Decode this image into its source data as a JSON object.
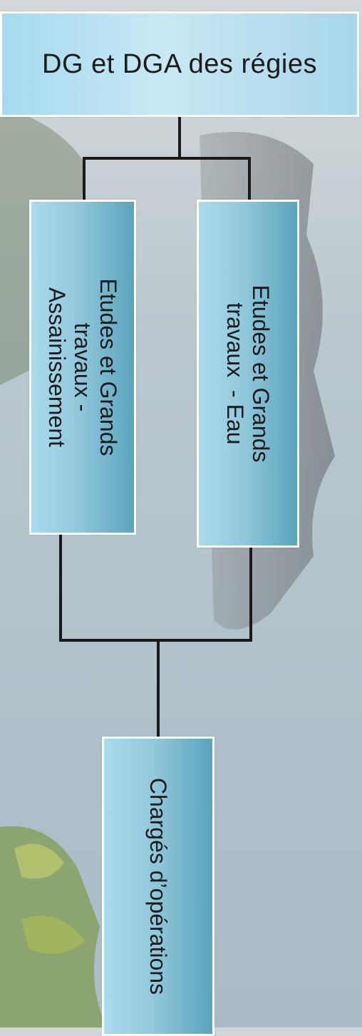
{
  "org_chart": {
    "top": {
      "label": "DG et DGA  des régies"
    },
    "branches": [
      {
        "label": "Etudes et Grands\ntravaux -\nAssainissement"
      },
      {
        "label": "Etudes et Grands\ntravaux  - Eau"
      }
    ],
    "bottom": {
      "label": "Chargés d’opérations"
    }
  },
  "colors": {
    "box_fill_light": "#aadbee",
    "box_fill_dark": "#5aa4bc",
    "box_border": "#ffffff",
    "connector": "#1a1a1a"
  }
}
